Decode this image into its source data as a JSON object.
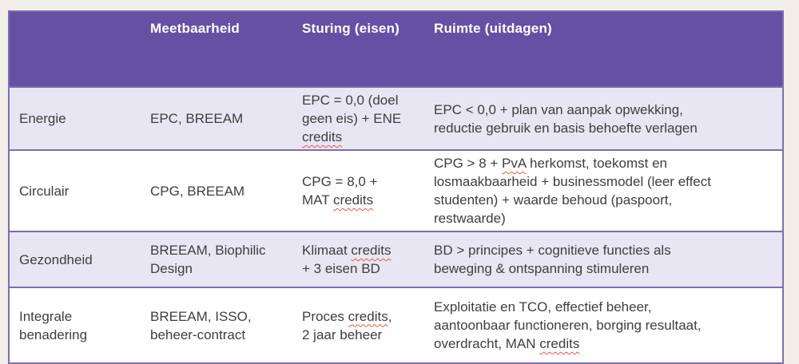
{
  "colors": {
    "page_bg": "#f1eee7",
    "header_bg": "#6650a4",
    "header_text": "#ffffff",
    "row_shaded_bg": "#e9e6f3",
    "row_plain_bg": "#ffffff",
    "border": "#7e6db3",
    "text": "#3e3e3e",
    "squiggle": "#e0574b"
  },
  "table": {
    "header": [
      "",
      "Meetbaarheid",
      "Sturing (eisen)",
      "Ruimte (uitdagen)"
    ],
    "rows": [
      {
        "shaded": true,
        "cells": [
          [
            {
              "text": "Energie"
            }
          ],
          [
            {
              "text": "EPC, BREEAM"
            }
          ],
          [
            {
              "text": "EPC = 0,0 (doel\ngeen eis) + ENE\n"
            },
            {
              "text": "credits",
              "squiggle": true
            }
          ],
          [
            {
              "text": "EPC < 0,0 + plan van aanpak opwekking,\nreductie gebruik en basis behoefte verlagen"
            }
          ]
        ]
      },
      {
        "shaded": false,
        "cells": [
          [
            {
              "text": "Circulair"
            }
          ],
          [
            {
              "text": "CPG, BREEAM"
            }
          ],
          [
            {
              "text": "CPG = 8,0 +\nMAT "
            },
            {
              "text": "credits",
              "squiggle": true
            }
          ],
          [
            {
              "text": "CPG > 8 + "
            },
            {
              "text": "PvA",
              "squiggle": true
            },
            {
              "text": " herkomst, toekomst en\nlosmaakbaarheid + businessmodel (leer effect\nstudenten) + waarde behoud (paspoort,\nrestwaarde)"
            }
          ]
        ]
      },
      {
        "shaded": true,
        "cells": [
          [
            {
              "text": "Gezondheid"
            }
          ],
          [
            {
              "text": "BREEAM, Biophilic\nDesign"
            }
          ],
          [
            {
              "text": "Klimaat "
            },
            {
              "text": "credits",
              "squiggle": true
            },
            {
              "text": "\n+ 3 eisen BD"
            }
          ],
          [
            {
              "text": "BD > principes + cognitieve functies als\nbeweging & ontspanning stimuleren"
            }
          ]
        ]
      },
      {
        "shaded": false,
        "cells": [
          [
            {
              "text": "Integrale\nbenadering"
            }
          ],
          [
            {
              "text": "BREEAM, ISSO,\nbeheer-contract"
            }
          ],
          [
            {
              "text": "Proces "
            },
            {
              "text": "credits",
              "squiggle": true
            },
            {
              "text": ",\n2 jaar beheer"
            }
          ],
          [
            {
              "text": "Exploitatie en TCO, effectief beheer,\naantoonbaar functioneren, borging resultaat,\noverdracht, MAN "
            },
            {
              "text": "credits",
              "squiggle": true
            }
          ]
        ]
      }
    ]
  }
}
